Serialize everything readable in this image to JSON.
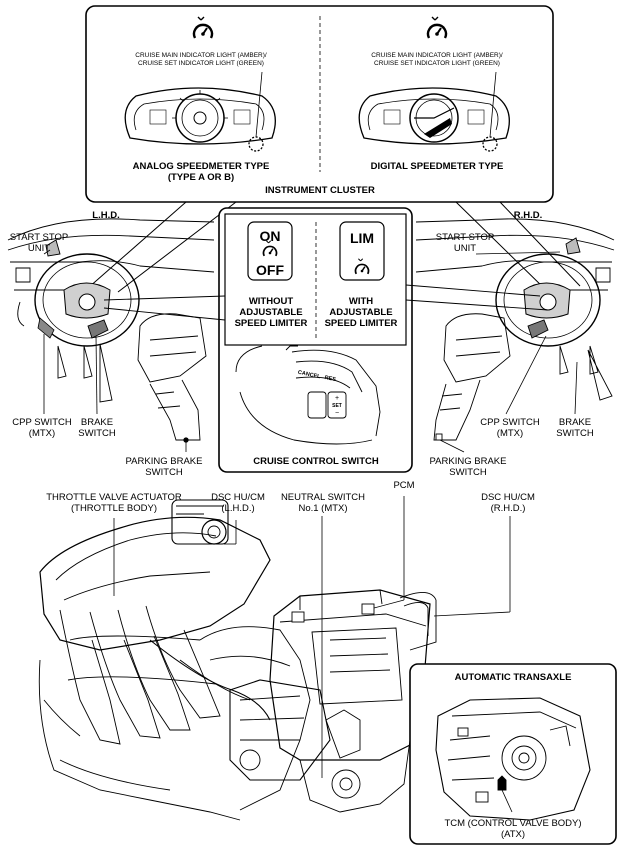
{
  "cluster": {
    "analog_caption": [
      "CRUISE MAIN INDICATOR LIGHT (AMBER)/",
      "CRUISE SET INDICATOR LIGHT (GREEN)"
    ],
    "digital_caption": [
      "CRUISE MAIN INDICATOR LIGHT (AMBER)/",
      "CRUISE SET INDICATOR LIGHT (GREEN)"
    ],
    "analog_type": [
      "ANALOG SPEEDMETER TYPE",
      "(TYPE A OR B)"
    ],
    "digital_type": "DIGITAL SPEEDMETER TYPE",
    "title": "INSTRUMENT CLUSTER"
  },
  "dash": {
    "lhd": "L.H.D.",
    "rhd": "R.H.D.",
    "start_stop_left": [
      "START STOP",
      "UNIT"
    ],
    "start_stop_right": [
      "START STOP",
      "UNIT"
    ],
    "cpp_left": [
      "CPP SWITCH",
      "(MTX)"
    ],
    "brake_left": [
      "BRAKE",
      "SWITCH"
    ],
    "parking_left": [
      "PARKING BRAKE",
      "SWITCH"
    ],
    "cpp_right": [
      "CPP SWITCH",
      "(MTX)"
    ],
    "brake_right": [
      "BRAKE",
      "SWITCH"
    ],
    "parking_right": [
      "PARKING BRAKE",
      "SWITCH"
    ]
  },
  "switch_panel": {
    "on": "ON",
    "off": "OFF",
    "lim": "LIM",
    "without": [
      "WITHOUT",
      "ADJUSTABLE",
      "SPEED LIMITER"
    ],
    "with": [
      "WITH",
      "ADJUSTABLE",
      "SPEED LIMITER"
    ],
    "cancel": "CANCEL",
    "res": "RES",
    "set": "SET",
    "plus": "+",
    "minus": "−",
    "title": "CRUISE CONTROL SWITCH"
  },
  "engine": {
    "throttle": [
      "THROTTLE VALVE ACTUATOR",
      "(THROTTLE BODY)"
    ],
    "dsc_lhd": [
      "DSC HU/CM",
      "(L.H.D.)"
    ],
    "neutral": [
      "NEUTRAL SWITCH",
      "No.1 (MTX)"
    ],
    "pcm": "PCM",
    "dsc_rhd": [
      "DSC HU/CM",
      "(R.H.D.)"
    ],
    "at_title": "AUTOMATIC TRANSAXLE",
    "tcm": [
      "TCM (CONTROL VALVE BODY)",
      "(ATX)"
    ]
  }
}
